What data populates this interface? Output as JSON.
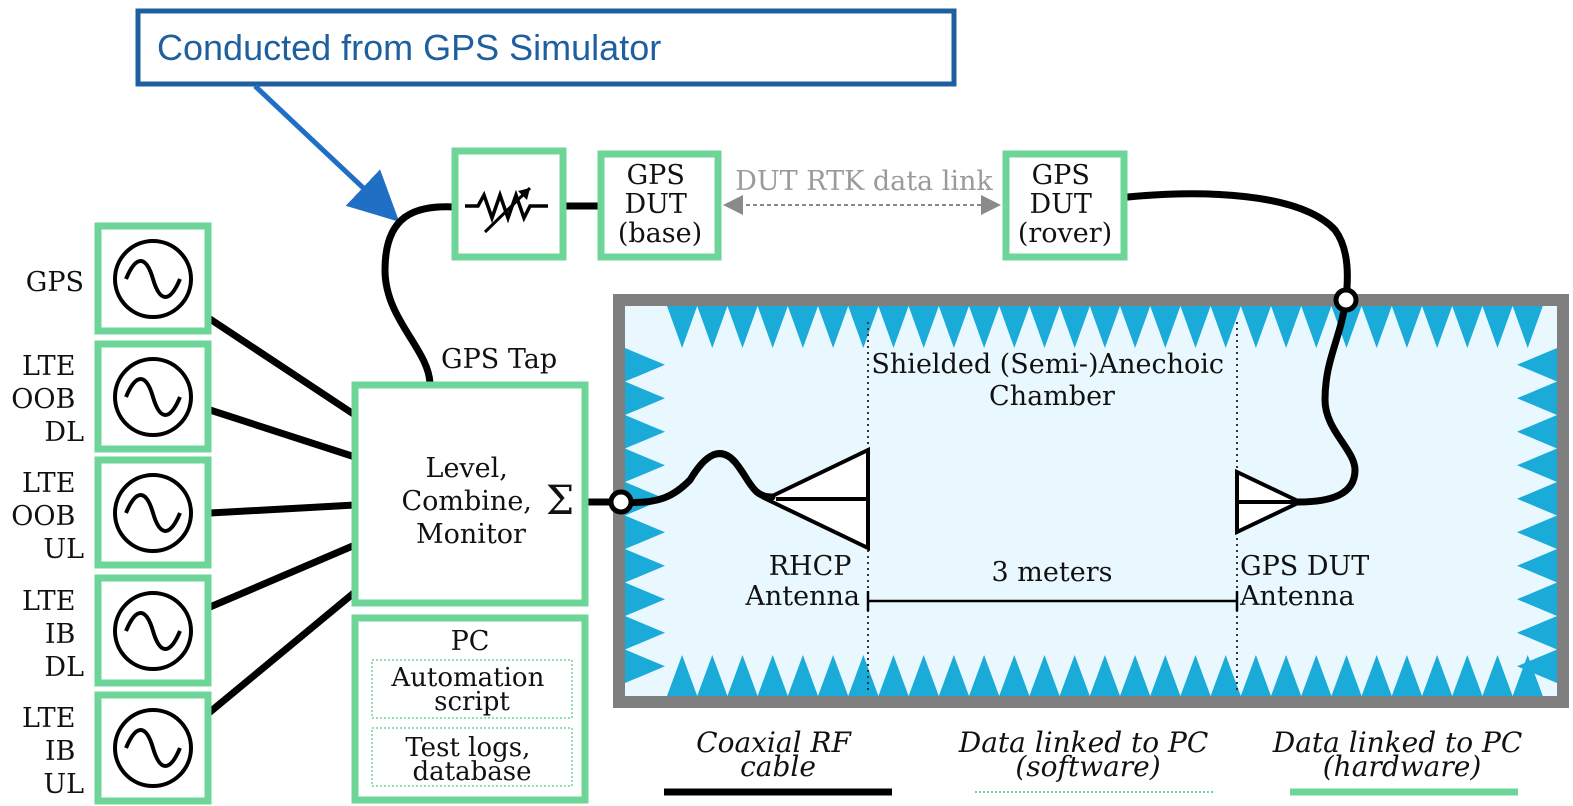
{
  "callout": {
    "text": "Conducted from GPS Simulator"
  },
  "sources": [
    {
      "lines": [
        "GPS"
      ]
    },
    {
      "lines": [
        "LTE",
        "OOB",
        "DL"
      ]
    },
    {
      "lines": [
        "LTE",
        "OOB",
        "UL"
      ]
    },
    {
      "lines": [
        "LTE",
        "IB",
        "DL"
      ]
    },
    {
      "lines": [
        "LTE",
        "IB",
        "UL"
      ]
    }
  ],
  "gps_tap": "GPS Tap",
  "combiner": {
    "lines": [
      "Level,",
      "Combine,",
      "Monitor"
    ],
    "sigma": "Σ"
  },
  "pc": {
    "title": "PC",
    "automation": [
      "Automation",
      "script"
    ],
    "logs": [
      "Test logs,",
      "database"
    ]
  },
  "gps_base": [
    "GPS",
    "DUT",
    "(base)"
  ],
  "gps_rover": [
    "GPS",
    "DUT",
    "(rover)"
  ],
  "rtk_link": "DUT RTK data link",
  "chamber": {
    "title": [
      "Shielded (Semi-)Anechoic",
      "Chamber"
    ],
    "rhcp": [
      "RHCP",
      "Antenna"
    ],
    "dut_antenna": [
      "GPS DUT",
      "Antenna"
    ],
    "distance": "3 meters"
  },
  "legend": {
    "coax": [
      "Coaxial RF",
      "cable"
    ],
    "software": [
      "Data linked to PC",
      "(software)"
    ],
    "hardware": [
      "Data linked to PC",
      "(hardware)"
    ]
  },
  "colors": {
    "callout_blue": "#1f5f9e",
    "green": "#6cd597",
    "chamber_fill": "#e8f8fe",
    "absorber": "#1aabd9",
    "chamber_wall": "#7f7f7f"
  }
}
